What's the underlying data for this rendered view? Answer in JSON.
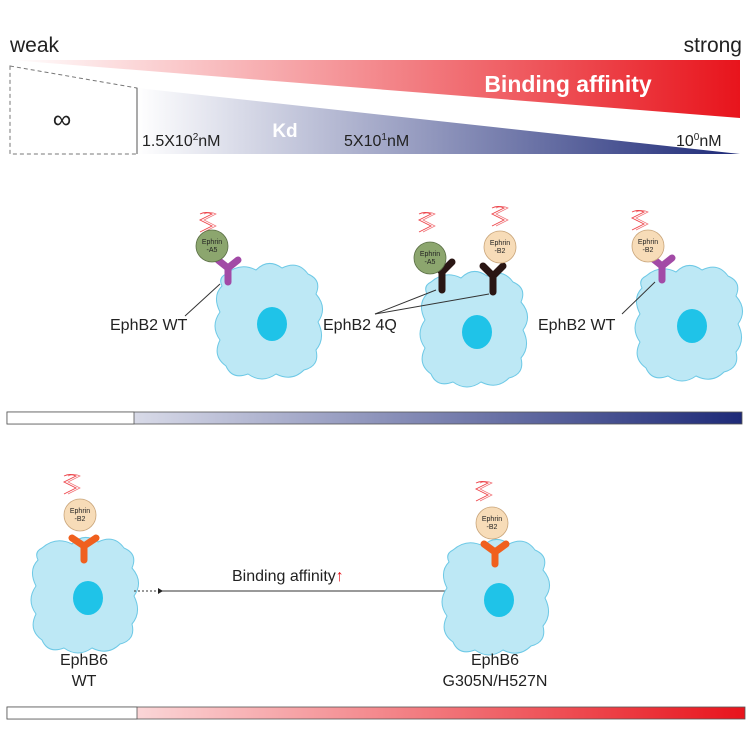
{
  "scale": {
    "weak_label": "weak",
    "strong_label": "strong",
    "binding_affinity_title": "Binding affinity",
    "infinity_symbol": "∞",
    "kd_title": "Kd",
    "kd_ticks": [
      {
        "base": "1.5X10",
        "exp": "2",
        "unit": "nM"
      },
      {
        "base": "5X10",
        "exp": "1",
        "unit": "nM"
      },
      {
        "base": "10",
        "exp": "0",
        "unit": "nM"
      }
    ],
    "colors": {
      "affinity": "#e8141c",
      "kd": "#1e2a78",
      "cell": "#bde8f5",
      "nucleus": "#1fc3e8"
    }
  },
  "panel_top": {
    "cells": [
      {
        "ligands": [
          "Ephrin",
          "-A5"
        ],
        "label": "EphB2 WT"
      },
      {
        "ligands_a": [
          "Ephrin",
          "-A5"
        ],
        "ligands_b": [
          "Ephrin",
          "-B2"
        ],
        "label": "EphB2 4Q"
      },
      {
        "ligands": [
          "Ephrin",
          "-B2"
        ],
        "label": "EphB2 WT"
      }
    ]
  },
  "panel_bottom": {
    "left_ligand": [
      "Ephrin",
      "-B2"
    ],
    "right_ligand": [
      "Ephrin",
      "-B2"
    ],
    "left_label": [
      "EphB6",
      "WT"
    ],
    "right_label": [
      "EphB6",
      "G305N/H527N"
    ],
    "arrow_label": "Binding affinity",
    "up_arrow": "↑"
  }
}
